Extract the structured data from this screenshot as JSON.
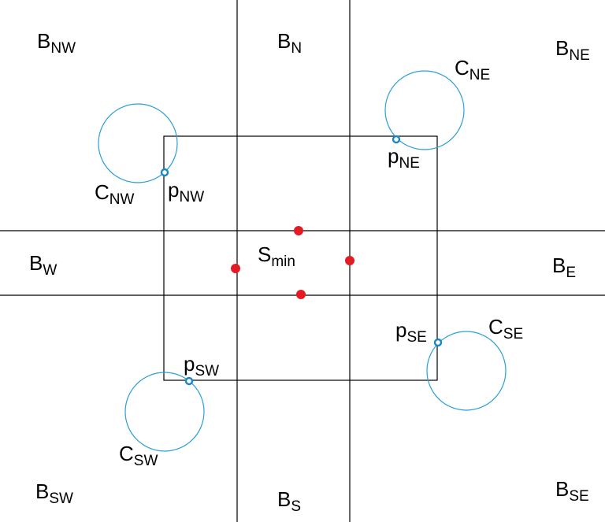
{
  "colors": {
    "lines": "#000000",
    "circle": "#2b9fd6",
    "point": "#1a86c8",
    "dot": "#e41b23",
    "background": "#ffffff"
  },
  "regions": {
    "nw": {
      "main": "B",
      "sub": "NW"
    },
    "n": {
      "main": "B",
      "sub": "N"
    },
    "ne": {
      "main": "B",
      "sub": "NE"
    },
    "w": {
      "main": "B",
      "sub": "W"
    },
    "e": {
      "main": "B",
      "sub": "E"
    },
    "sw": {
      "main": "B",
      "sub": "SW"
    },
    "s": {
      "main": "B",
      "sub": "S"
    },
    "se": {
      "main": "B",
      "sub": "SE"
    }
  },
  "circles": {
    "nw": {
      "main": "C",
      "sub": "NW"
    },
    "ne": {
      "main": "C",
      "sub": "NE"
    },
    "sw": {
      "main": "C",
      "sub": "SW"
    },
    "se": {
      "main": "C",
      "sub": "SE"
    }
  },
  "points": {
    "nw": {
      "main": "p",
      "sub": "NW"
    },
    "ne": {
      "main": "p",
      "sub": "NE"
    },
    "sw": {
      "main": "p",
      "sub": "SW"
    },
    "se": {
      "main": "p",
      "sub": "SE"
    }
  },
  "center": {
    "main": "S",
    "sub": "min"
  },
  "dots": [
    "top",
    "left",
    "right",
    "bottom"
  ]
}
